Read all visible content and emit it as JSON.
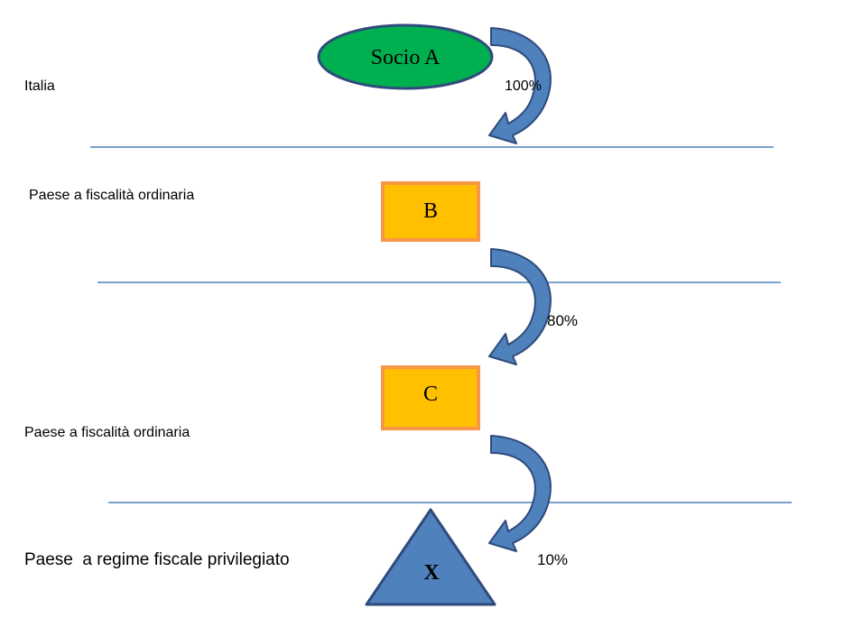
{
  "diagram": {
    "regions": [
      {
        "name": "Italia"
      },
      {
        "name": "Paese a fiscalità ordinaria"
      },
      {
        "name": "Paese a fiscalità ordinaria"
      },
      {
        "name": "Paese  a regime fiscale privilegiato"
      }
    ],
    "nodes": {
      "socio": {
        "label": "Socio A",
        "shape": "ellipse",
        "fill": "#00b050",
        "stroke": "#2f4b7c"
      },
      "b": {
        "label": "B",
        "shape": "rectangle",
        "fill": "#ffc000",
        "stroke": "#f79646"
      },
      "c": {
        "label": "C",
        "shape": "rectangle",
        "fill": "#ffc000",
        "stroke": "#f79646"
      },
      "x": {
        "label": "X",
        "shape": "triangle",
        "fill": "#4f81bd",
        "stroke": "#2f4b7c"
      }
    },
    "links": [
      {
        "from": "Socio A",
        "to": "B",
        "pct": "100%"
      },
      {
        "from": "B",
        "to": "C",
        "pct": "80%"
      },
      {
        "from": "C",
        "to": "X",
        "pct": "10%"
      }
    ],
    "colors": {
      "arrow_fill": "#4f81bd",
      "arrow_stroke": "#2f4b7c",
      "divider": "#4f81bd"
    }
  }
}
